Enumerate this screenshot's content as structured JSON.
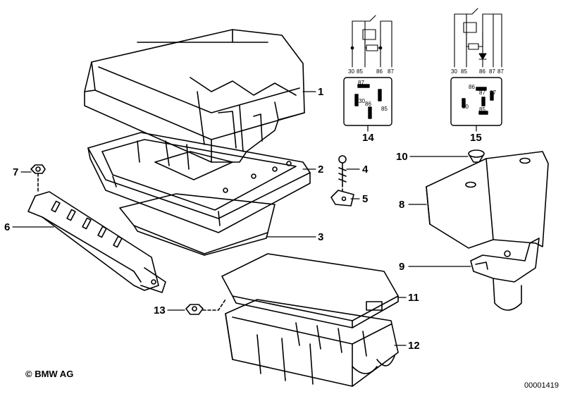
{
  "copyright": "© BMW AG",
  "part_number": "00001419",
  "callouts": [
    "1",
    "2",
    "3",
    "4",
    "5",
    "6",
    "7",
    "8",
    "9",
    "10",
    "11",
    "12",
    "13",
    "14",
    "15"
  ],
  "relay_a": {
    "pins_bottom": [
      "30",
      "85",
      "86",
      "87"
    ],
    "pins_face": [
      "87",
      "30",
      "86",
      "85"
    ]
  },
  "relay_b": {
    "pins_bottom": [
      "30",
      "85",
      "86",
      "87",
      "87"
    ],
    "pins_face": [
      "86",
      "87",
      "87",
      "30",
      "85"
    ]
  }
}
